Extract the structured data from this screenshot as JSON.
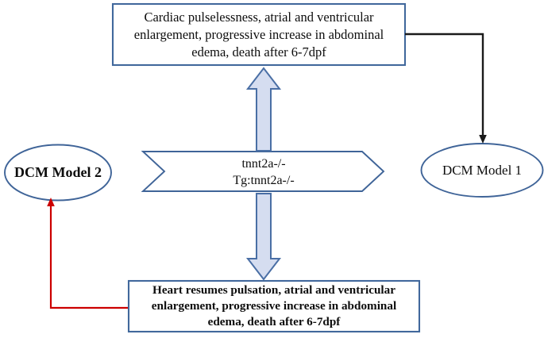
{
  "diagram": {
    "title": "Zebrafish DCM model flow diagram",
    "colors": {
      "box_border": "#41689c",
      "ellipse_border": "#3f6498",
      "block_arrow_fill": "#d5ddf0",
      "block_arrow_stroke": "#4a6fa5",
      "black_connector": "#1a1a1a",
      "red_connector": "#cc0000",
      "text": "#0d0d0d",
      "background": "#ffffff"
    },
    "top_box": {
      "lines": [
        "Cardiac pulselessness, atrial and ventricular",
        "enlargement, progressive increase in",
        "abdominal edema, death after 6-7dpf"
      ],
      "text": "Cardiac pulselessness, atrial and ventricular enlargement, progressive increase in abdominal edema, death after 6-7dpf"
    },
    "bottom_box": {
      "lines": [
        "Heart resumes pulsation, atrial and ventricular",
        "enlargement, progressive increase in abdominal",
        "edema, death after 6-7dpf"
      ],
      "text": "Heart resumes pulsation, atrial and ventricular enlargement, progressive increase in abdominal edema, death after 6-7dpf"
    },
    "center_chevron": {
      "line1": "tnnt2a-/-",
      "line2": "Tg:tnnt2a-/-"
    },
    "ellipse_right": {
      "label": "DCM Model 1"
    },
    "ellipse_left": {
      "label": "DCM Model 2"
    },
    "connectors": [
      {
        "name": "up-block-arrow",
        "from": "center_chevron",
        "to": "top_box",
        "style": "block-arrow",
        "color": "#d5ddf0"
      },
      {
        "name": "down-block-arrow",
        "from": "center_chevron",
        "to": "bottom_box",
        "style": "block-arrow",
        "color": "#d5ddf0"
      },
      {
        "name": "top-box-to-model1",
        "from": "top_box",
        "to": "ellipse_right",
        "style": "elbow-arrow",
        "color": "#1a1a1a"
      },
      {
        "name": "bottom-box-to-model2",
        "from": "bottom_box",
        "to": "ellipse_left",
        "style": "elbow-arrow",
        "color": "#cc0000"
      }
    ]
  }
}
